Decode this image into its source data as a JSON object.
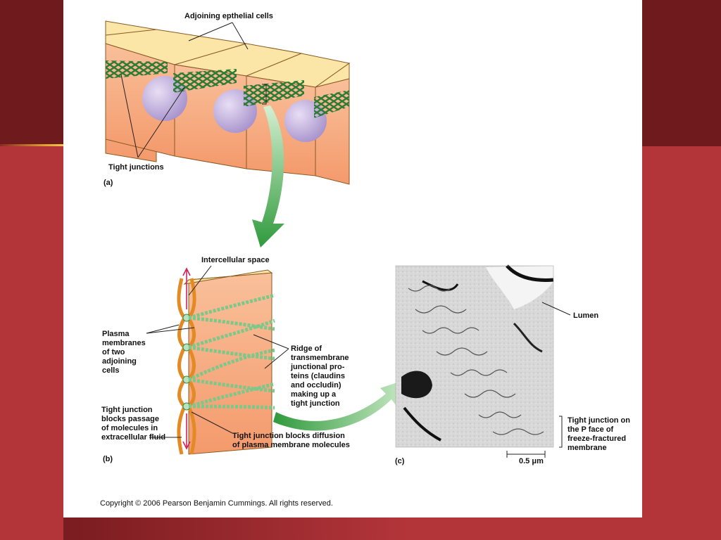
{
  "theme": {
    "frame_dark": "#6f1a1d",
    "frame_red": "#b3353a",
    "cell_top": "#fbe6a8",
    "cell_side": "#f7b58a",
    "nucleus": "#c4b3de",
    "junction_strand": "#2f8a3a",
    "arrow_green": "#3aa046",
    "membrane_orange": "#e48a24",
    "flow_arrow": "#d2245a"
  },
  "figure": {
    "panel_a": {
      "label": "(a)",
      "top_label": "Adjoining epthelial cells",
      "bottom_label": "Tight junctions"
    },
    "panel_b": {
      "label": "(b)",
      "intercellular_space": "Intercellular space",
      "plasma_membranes": "Plasma\nmembranes\nof two\nadjoining\ncells",
      "ridge_label": "Ridge of\ntransmembrane\njunctional pro-\nteins (claudins\nand occludin)\nmaking up a\ntight junction",
      "blocks_passage": "Tight junction\nblocks passage\nof molecules in\nextracellular fluid",
      "blocks_diffusion": "Tight junction blocks diffusion\nof plasma membrane molecules"
    },
    "panel_c": {
      "label": "(c)",
      "lumen": "Lumen",
      "p_face_label": "Tight junction on\nthe P face of\nfreeze-fractured\nmembrane",
      "scale_bar": "0.5 μm"
    }
  },
  "footer": {
    "copyright": "Copyright © 2006 Pearson Benjamin Cummings. All rights reserved."
  }
}
